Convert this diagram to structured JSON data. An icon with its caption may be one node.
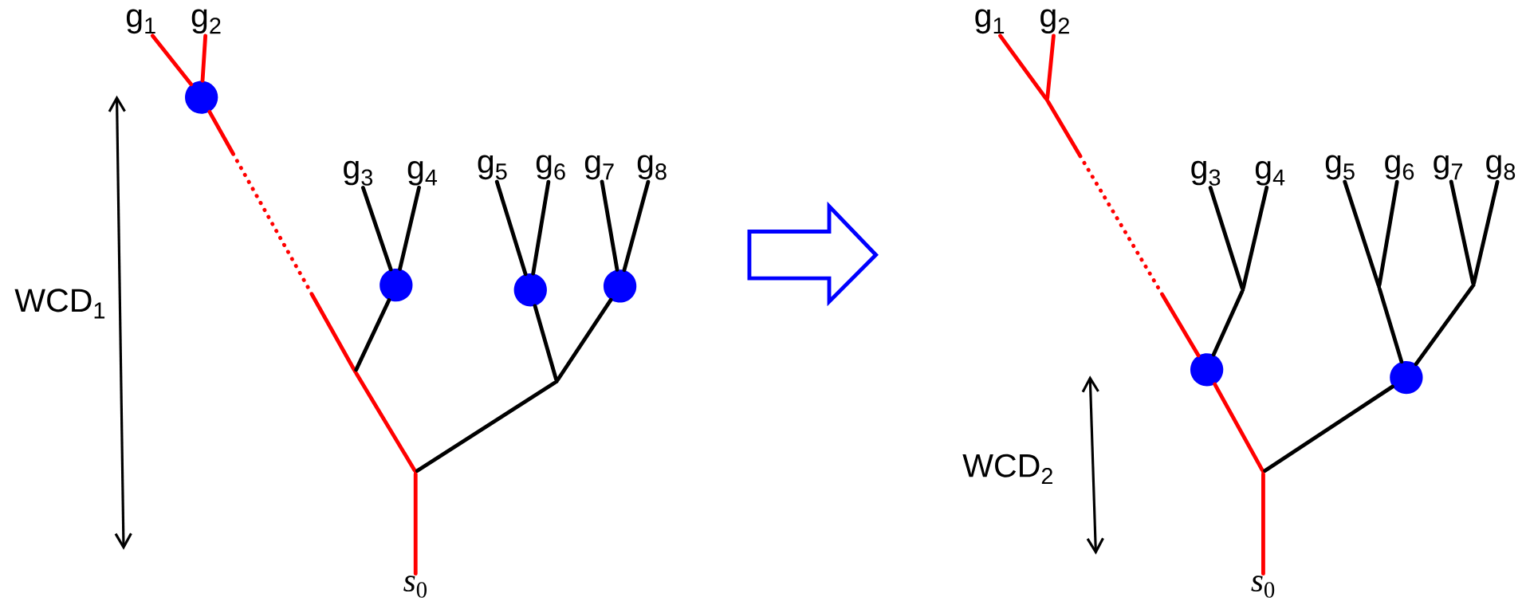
{
  "diagram": {
    "nodes": [
      {
        "text": [
          "g$_{1}$"
        ]
      },
      {
        "text": [
          "g$_{2}$"
        ]
      },
      {
        "text": [
          "g$_{3}$"
        ]
      },
      {
        "text": [
          "g$_{4}$"
        ]
      },
      {
        "text": [
          "g$_{5}$"
        ]
      },
      {
        "text": [
          "g$_{6}$"
        ]
      },
      {
        "text": [
          "g$_{7}$"
        ]
      },
      {
        "text": [
          "g$_{8}$"
        ]
      },
      {
        "text": [
          "*s*$_{0}$"
        ]
      },
      {
        "text": [],
        "shape": "circle"
      },
      {
        "text": [],
        "shape": "circle"
      },
      {
        "text": [],
        "shape": "circle"
      },
      {
        "text": [],
        "shape": "circle"
      },
      {
        "text": [],
        "shape": "point"
      },
      {
        "text": [],
        "shape": "point"
      },
      {
        "text": [],
        "shape": "point"
      },
      {
        "text": [
          "g$_{1}$"
        ]
      },
      {
        "text": [
          "g$_{2}$"
        ]
      },
      {
        "text": [
          "g$_{3}$"
        ]
      },
      {
        "text": [
          "g$_{4}$"
        ]
      },
      {
        "text": [
          "g$_{5}$"
        ]
      },
      {
        "text": [
          "g$_{6}$"
        ]
      },
      {
        "text": [
          "g$_{7}$"
        ]
      },
      {
        "text": [
          "g$_{8}$"
        ]
      },
      {
        "text": [
          "*s*$_{0}$"
        ]
      },
      {
        "text": [],
        "shape": "point"
      },
      {
        "text": [],
        "shape": "point"
      },
      {
        "text": [],
        "shape": "point"
      },
      {
        "text": [],
        "shape": "point"
      },
      {
        "text": [],
        "shape": "circle"
      },
      {
        "text": [],
        "shape": "circle"
      },
      {
        "text": [],
        "shape": "point"
      }
    ],
    "edges": [
      {
        "from": 0,
        "to": 9,
        "arrow": "none",
        "color": "#ff0000"
      },
      {
        "from": 1,
        "to": 9,
        "arrow": "none",
        "color": "#ff0000"
      },
      {
        "from": 9,
        "to": 13,
        "arrow": "none",
        "style": "dashed",
        "color": "#ff0000"
      },
      {
        "from": 13,
        "to": 15,
        "arrow": "none",
        "color": "#ff0000"
      },
      {
        "from": 15,
        "to": 8,
        "arrow": "none",
        "color": "#ff0000"
      },
      {
        "from": 2,
        "to": 10,
        "arrow": "none"
      },
      {
        "from": 3,
        "to": 10,
        "arrow": "none"
      },
      {
        "from": 10,
        "to": 13,
        "arrow": "none"
      },
      {
        "from": 4,
        "to": 11,
        "arrow": "none"
      },
      {
        "from": 5,
        "to": 11,
        "arrow": "none"
      },
      {
        "from": 6,
        "to": 12,
        "arrow": "none"
      },
      {
        "from": 7,
        "to": 12,
        "arrow": "none"
      },
      {
        "from": 11,
        "to": 14,
        "arrow": "none"
      },
      {
        "from": 12,
        "to": 14,
        "arrow": "none"
      },
      {
        "from": 14,
        "to": 15,
        "arrow": "none"
      },
      {
        "from": 16,
        "to": 25,
        "arrow": "none",
        "color": "#ff0000"
      },
      {
        "from": 17,
        "to": 25,
        "arrow": "none",
        "color": "#ff0000"
      },
      {
        "from": 25,
        "to": 29,
        "arrow": "none",
        "style": "dashed",
        "color": "#ff0000"
      },
      {
        "from": 29,
        "to": 31,
        "arrow": "none",
        "color": "#ff0000"
      },
      {
        "from": 31,
        "to": 24,
        "arrow": "none",
        "color": "#ff0000"
      },
      {
        "from": 18,
        "to": 26,
        "arrow": "none"
      },
      {
        "from": 19,
        "to": 26,
        "arrow": "none"
      },
      {
        "from": 26,
        "to": 29,
        "arrow": "none"
      },
      {
        "from": 20,
        "to": 27,
        "arrow": "none"
      },
      {
        "from": 21,
        "to": 27,
        "arrow": "none"
      },
      {
        "from": 22,
        "to": 28,
        "arrow": "none"
      },
      {
        "from": 23,
        "to": 28,
        "arrow": "none"
      },
      {
        "from": 27,
        "to": 30,
        "arrow": "none"
      },
      {
        "from": 28,
        "to": 30,
        "arrow": "none"
      },
      {
        "from": 30,
        "to": 31,
        "arrow": "none"
      }
    ],
    "labels": [
      "WCD$_{1}$",
      "WCD$_{2}$"
    ]
  }
}
